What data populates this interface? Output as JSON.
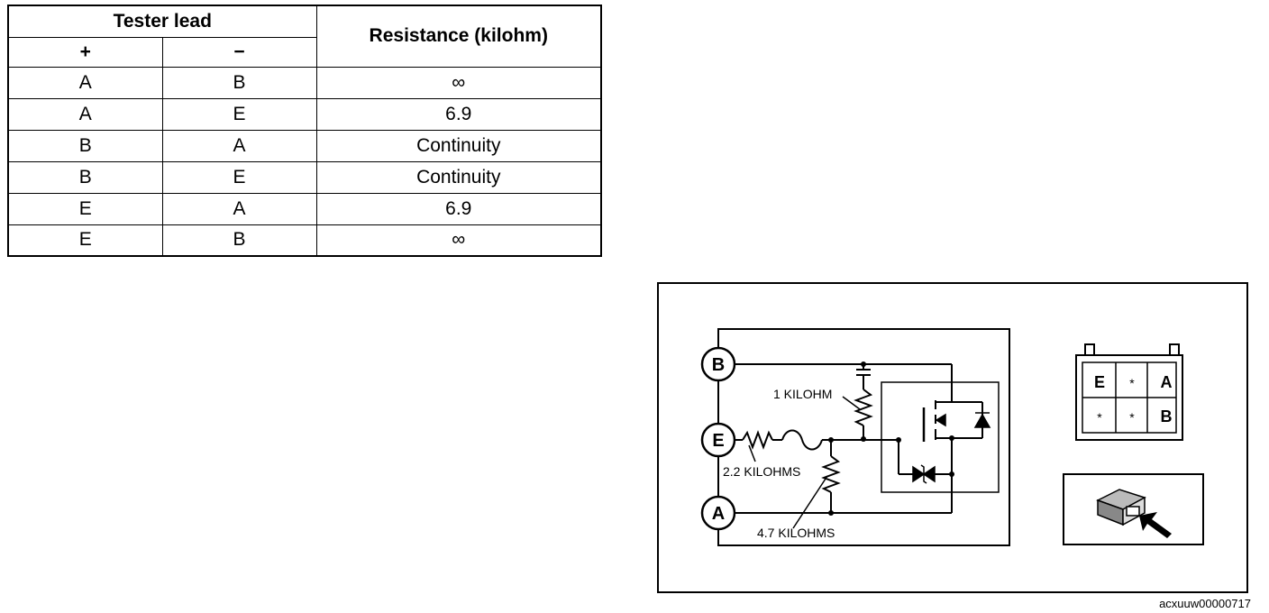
{
  "table": {
    "header_tester_lead": "Tester lead",
    "header_resistance": "Resistance (kilohm)",
    "sub_plus": "+",
    "sub_minus": "−",
    "rows": [
      {
        "plus": "A",
        "minus": "B",
        "resistance": "∞"
      },
      {
        "plus": "A",
        "minus": "E",
        "resistance": "6.9"
      },
      {
        "plus": "B",
        "minus": "A",
        "resistance": "Continuity"
      },
      {
        "plus": "B",
        "minus": "E",
        "resistance": "Continuity"
      },
      {
        "plus": "E",
        "minus": "A",
        "resistance": "6.9"
      },
      {
        "plus": "E",
        "minus": "B",
        "resistance": "∞"
      }
    ]
  },
  "diagram": {
    "terminal_b": "B",
    "terminal_e": "E",
    "terminal_a": "A",
    "resistor_1k_label": "1 KILOHM",
    "resistor_2k2_label": "2.2 KILOHMS",
    "resistor_4k7_label": "4.7 KILOHMS",
    "connector_cells": [
      "E",
      "*",
      "A",
      "*",
      "*",
      "B"
    ],
    "figure_code": "acxuuw00000717"
  }
}
